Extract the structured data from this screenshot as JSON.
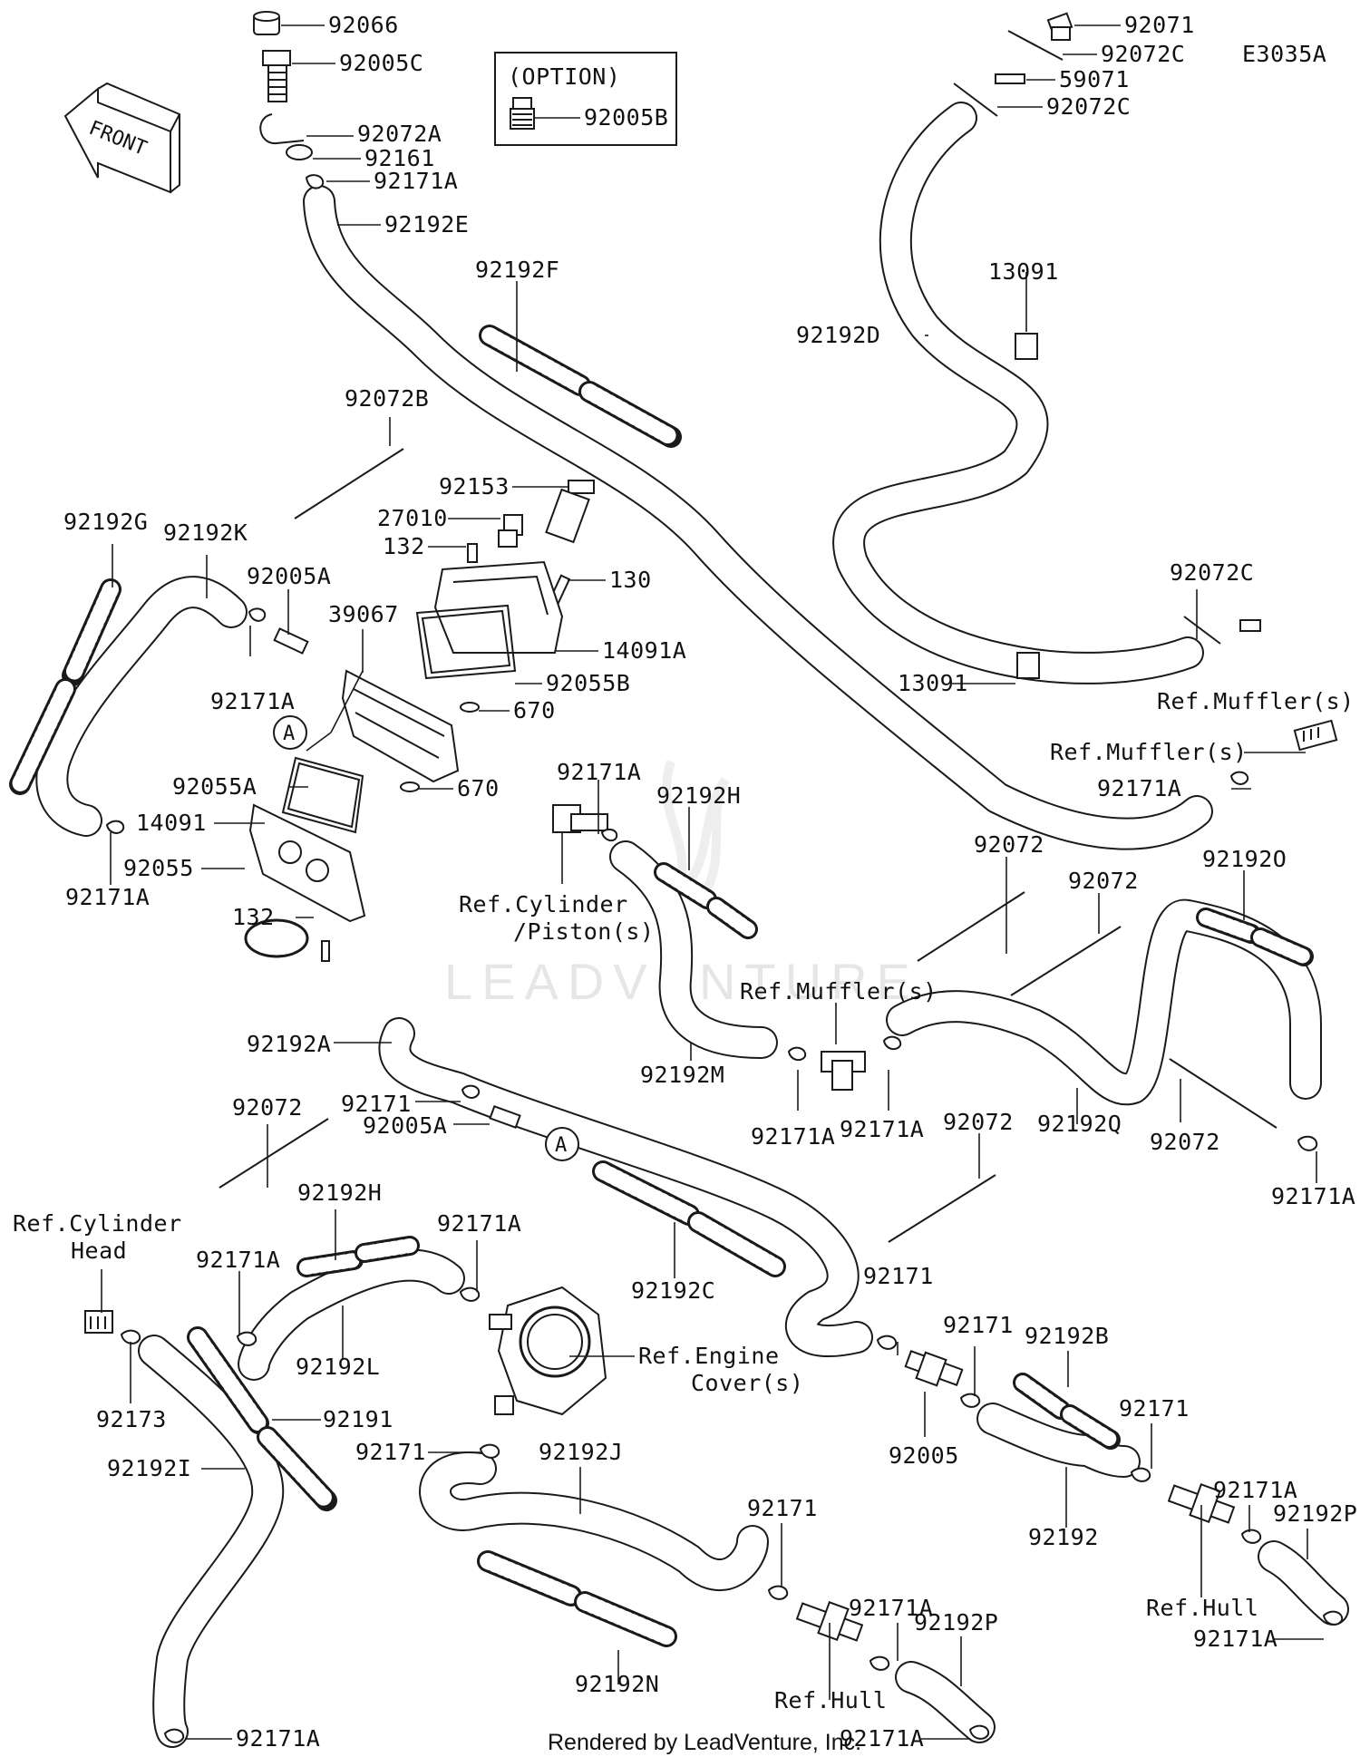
{
  "diagram_code": "E3035A",
  "front_label": "FRONT",
  "option_box_label": "(OPTION)",
  "watermark": "LEADVENTURE",
  "footer": "Rendered by LeadVenture, Inc.",
  "callout_letter": "A",
  "labels": {
    "p92066": "92066",
    "p92005C": "92005C",
    "p92072A": "92072A",
    "p92161": "92161",
    "p92171A_top": "92171A",
    "p92192E": "92192E",
    "p92005B": "92005B",
    "p92071": "92071",
    "p92072C_a": "92072C",
    "p59071": "59071",
    "p92072C_b": "92072C",
    "p13091_a": "13091",
    "p92192D": "92192D",
    "p92192F": "92192F",
    "p92072B": "92072B",
    "p92153": "92153",
    "p27010": "27010",
    "p132_a": "132",
    "p130": "130",
    "p14091A": "14091A",
    "p92055B": "92055B",
    "p92192G": "92192G",
    "p92192K": "92192K",
    "p92005A_a": "92005A",
    "p39067": "39067",
    "p92171A_left": "92171A",
    "p670_a": "670",
    "p670_b": "670",
    "p92055A": "92055A",
    "p14091": "14091",
    "p92055": "92055",
    "p132_b": "132",
    "p92171A_g": "92171A",
    "p92072C_c": "92072C",
    "p13091_b": "13091",
    "ref_muffler_1": "Ref.Muffler(s)",
    "ref_muffler_2": "Ref.Muffler(s)",
    "p92171A_muff": "92171A",
    "p92171A_cyl": "92171A",
    "p92192H_a": "92192H",
    "ref_cylinder_1": "Ref.Cylinder",
    "ref_cylinder_2": "/Piston(s)",
    "p92072_a": "92072",
    "p92072_b": "92072",
    "p92192O": "92192O",
    "ref_muffler_3": "Ref.Muffler(s)",
    "p92192A": "92192A",
    "p92192M": "92192M",
    "p92171A_m1": "92171A",
    "p92171A_m2": "92171A",
    "p92192Q": "92192Q",
    "p92072_c": "92072",
    "p92171A_o": "92171A",
    "p92072_d": "92072",
    "p92171_a": "92171",
    "p92005A_b": "92005A",
    "p92072_e": "92072",
    "ref_cylhead_1": "Ref.Cylinder",
    "ref_cylhead_2": "Head",
    "p92192H_b": "92192H",
    "p92171A_h1": "92171A",
    "p92171A_h2": "92171A",
    "p92192C": "92192C",
    "p92171_b": "92171",
    "p92192L": "92192L",
    "ref_engine_1": "Ref.Engine",
    "ref_engine_2": "Cover(s)",
    "p92171_c": "92171",
    "p92192B": "92192B",
    "p92173": "92173",
    "p92191": "92191",
    "p92005": "92005",
    "p92171_d": "92171",
    "p92192I": "92192I",
    "p92171_e": "92171",
    "p92192J": "92192J",
    "p92192": "92192",
    "p92171A_p1": "92171A",
    "p92192P_a": "92192P",
    "p92171_f": "92171",
    "ref_hull_1": "Ref.Hull",
    "p92171A_p2": "92171A",
    "p92171A_j": "92171A",
    "p92192P_b": "92192P",
    "p92192N": "92192N",
    "ref_hull_2": "Ref.Hull",
    "p92171A_i": "92171A",
    "p92171A_p3": "92171A"
  }
}
